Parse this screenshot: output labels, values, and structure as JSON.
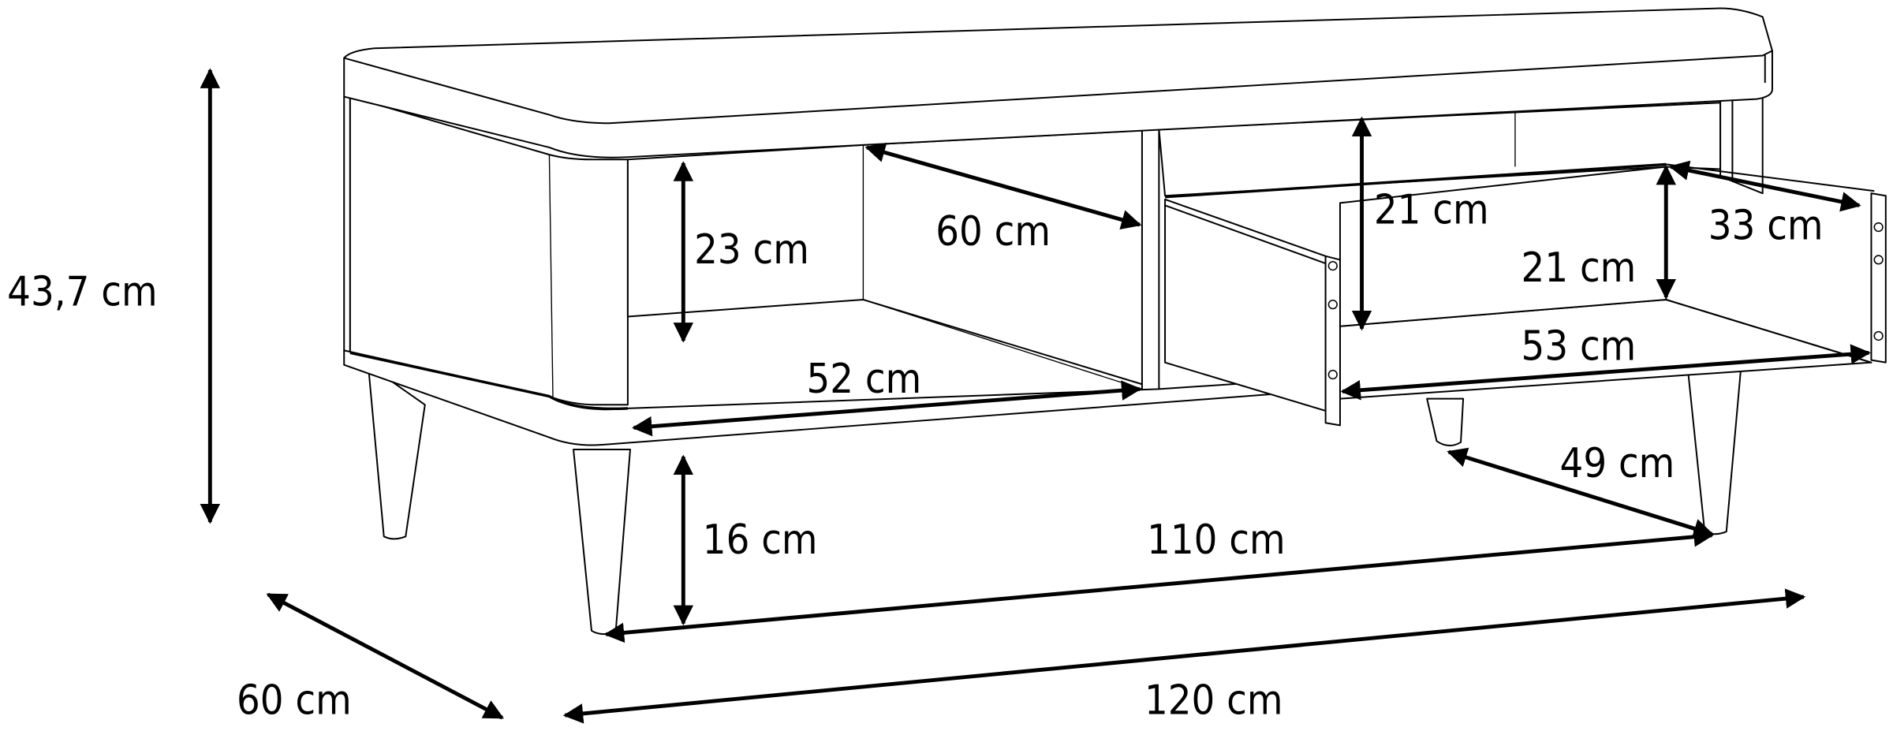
{
  "diagram": {
    "subject": "Coffee table with open shelf and pull-out drawer — dimensions",
    "line_color": "#000000",
    "background": "#ffffff",
    "dimensions": {
      "total_height": "43,7 cm",
      "shelf_height": "23 cm",
      "shelf_depth": "60 cm",
      "shelf_width": "52 cm",
      "drawer_compartment_height": "21 cm",
      "drawer_inner_height": "21 cm",
      "drawer_depth": "33 cm",
      "drawer_width": "53 cm",
      "leg_spacing_depth": "49 cm",
      "leg_height": "16 cm",
      "leg_spacing_width": "110 cm",
      "total_depth": "60 cm",
      "total_width": "120 cm"
    }
  }
}
